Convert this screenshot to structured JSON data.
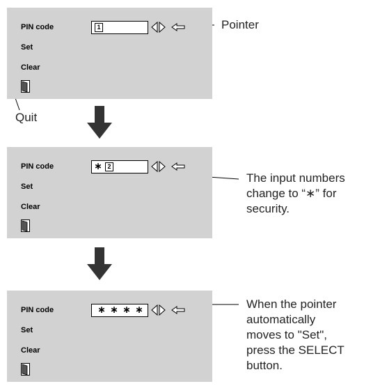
{
  "menu_labels": {
    "pin_code": "PIN code",
    "set": "Set",
    "clear": "Clear"
  },
  "panel1": {
    "digit": "1"
  },
  "panel2": {
    "masked": "∗",
    "digit": "2"
  },
  "panel3": {
    "masked": [
      "∗",
      "∗",
      "∗",
      "∗"
    ]
  },
  "callouts": {
    "pointer": "Pointer",
    "quit": "Quit",
    "security": [
      "The input numbers",
      "change to “∗” for",
      "security."
    ],
    "set_hint": [
      "When the pointer",
      "automatically",
      "moves to \"Set\",",
      "press the SELECT",
      "button."
    ]
  },
  "icons": {
    "quit": "quit-door-icon",
    "spin": "left-right-adjust-icon",
    "pointer": "pointer-arrow-icon",
    "flow": "down-arrow-icon"
  },
  "colors": {
    "panel_bg": "#d2d2d2",
    "field_bg": "#ffffff",
    "ink": "#000000"
  }
}
